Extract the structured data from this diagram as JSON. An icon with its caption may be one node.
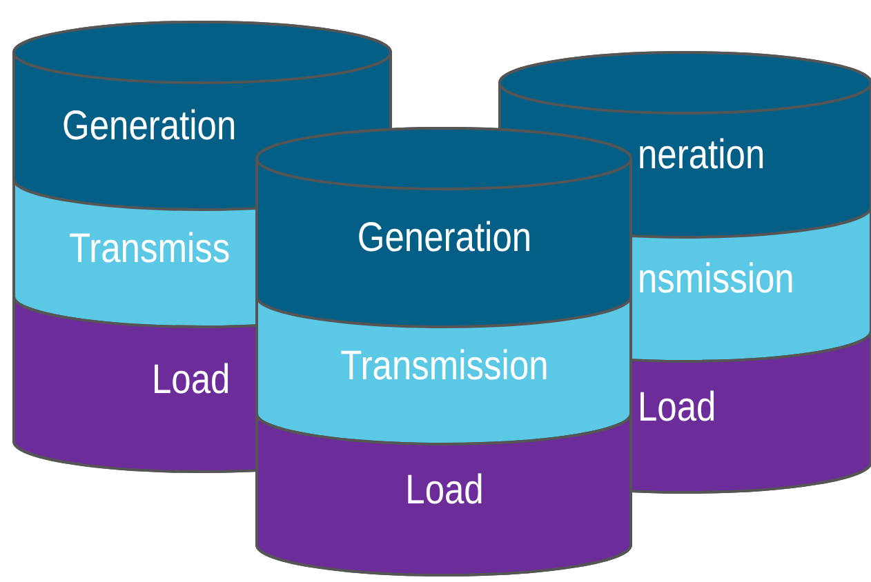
{
  "diagram": {
    "nodes": [
      {
        "text": [],
        "shape": "cylinder"
      },
      {
        "text": [
          "Generation"
        ],
        "in": 0
      },
      {
        "text": [
          "Transmiss"
        ],
        "in": 0
      },
      {
        "text": [
          "Load"
        ],
        "in": 0
      },
      {
        "text": [],
        "shape": "cylinder"
      },
      {
        "text": [
          "neration"
        ],
        "in": 4
      },
      {
        "text": [
          "nsmission"
        ],
        "in": 4
      },
      {
        "text": [
          "Load"
        ],
        "in": 4
      },
      {
        "text": [],
        "shape": "cylinder"
      },
      {
        "text": [
          "Generation"
        ],
        "in": 8
      },
      {
        "text": [
          "Transmission"
        ],
        "in": 8
      },
      {
        "text": [
          "Load"
        ],
        "in": 8
      }
    ]
  }
}
